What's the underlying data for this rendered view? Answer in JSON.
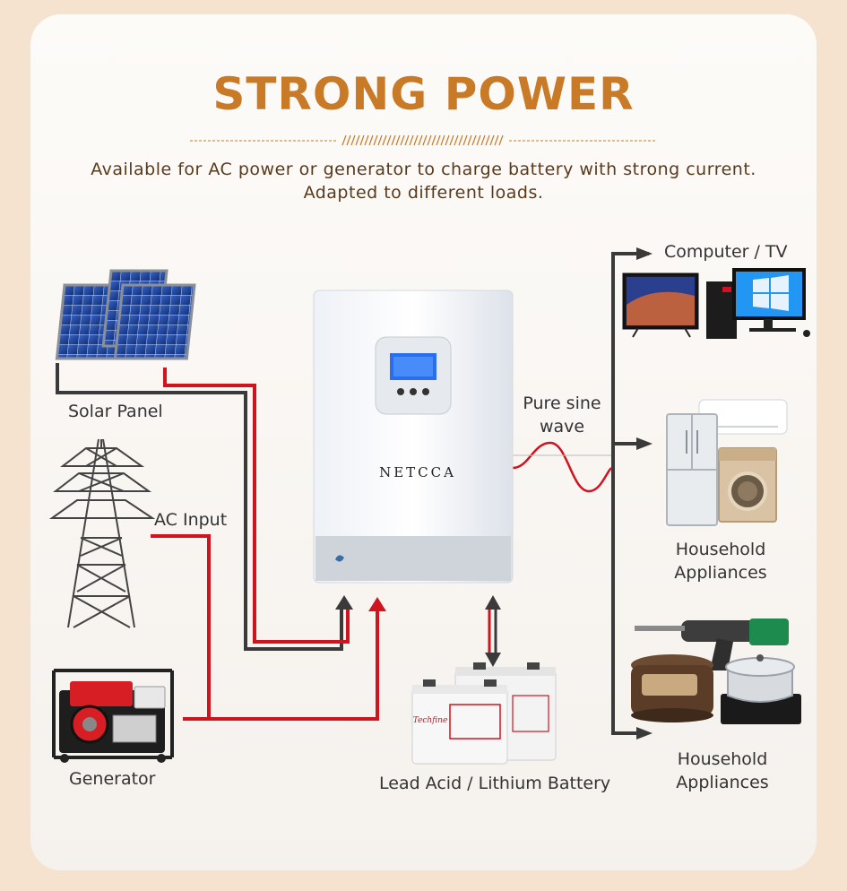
{
  "header": {
    "title": "STRONG POWER",
    "subtitle_line1": "Available for AC power or generator  to charge battery with strong current.",
    "subtitle_line2": "Adapted to different loads."
  },
  "sources": {
    "solar_label": "Solar Panel",
    "ac_label": "AC Input",
    "generator_label": "Generator"
  },
  "inverter": {
    "brand": "NETCCA"
  },
  "battery": {
    "label": "Lead Acid / Lithium Battery",
    "brand": "Techfine"
  },
  "output": {
    "wave_line1": "Pure sine",
    "wave_line2": "wave",
    "load1": "Computer / TV",
    "load2_line1": "Household",
    "load2_line2": "Appliances",
    "load3_line1": "Household",
    "load3_line2": "Appliances"
  },
  "colors": {
    "title": "#c97a26",
    "red_wire": "#d0141f",
    "dark_wire": "#3a3a3a",
    "background": "#f6e3cf"
  }
}
